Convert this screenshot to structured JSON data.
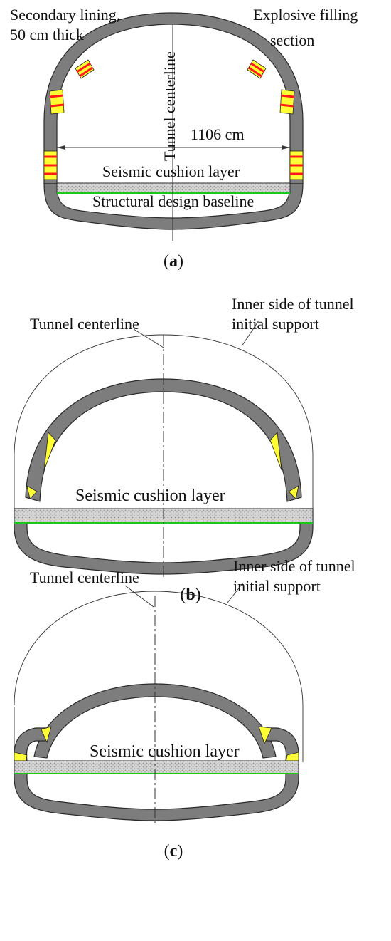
{
  "colors": {
    "lining": "#7d7d7d",
    "explosive": "#ffff33",
    "explosive_marks": "#ff1a1a",
    "baseline": "#19c919",
    "cushion": "#c8c8c8"
  },
  "panel_a": {
    "label_secondary_lining_line1": "Secondary lining,",
    "label_secondary_lining_line2": "50 cm thick",
    "label_explosive_line1": "Explosive filling",
    "label_explosive_line2": "section",
    "label_centerline": "Tunnel centerline",
    "label_width": "1106 cm",
    "label_cushion": "Seismic cushion layer",
    "label_baseline": "Structural design baseline",
    "caption_open": "(",
    "caption_letter": "a",
    "caption_close": ")"
  },
  "panel_b": {
    "label_centerline": "Tunnel centerline",
    "label_inner_side_line1": "Inner side of tunnel",
    "label_inner_side_line2": "initial support",
    "label_cushion": "Seismic cushion layer",
    "caption_open": "(",
    "caption_letter": "b",
    "caption_close": ")"
  },
  "panel_c": {
    "label_centerline": "Tunnel centerline",
    "label_inner_side_line1": "Inner side of tunnel",
    "label_inner_side_line2": "initial support",
    "label_cushion": "Seismic cushion layer",
    "caption_open": "(",
    "caption_letter": "c",
    "caption_close": ")"
  }
}
